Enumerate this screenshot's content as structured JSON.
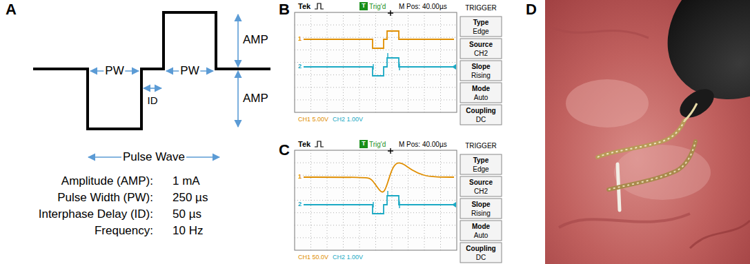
{
  "diagram": {
    "labels": [
      "A",
      "PW",
      "ID",
      "PW",
      "AMP",
      "AMP",
      "Pulse Wave",
      "Amplitude (AMP):",
      "1 mA",
      "Pulse Width (PW):",
      "250 µs",
      "Interphase Delay (ID):",
      "50 µs",
      "Frequency:",
      "10 Hz",
      "B",
      "Tek",
      "T",
      "Trig'd",
      "M Pos: 40.00µs",
      "TRIGGER",
      "Type",
      "Edge",
      "Source",
      "CH2",
      "Slope",
      "Rising",
      "Mode",
      "Auto",
      "Coupling",
      "DC",
      "1",
      "2",
      "CH1 5.00V",
      "CH2 1.00V",
      "C",
      "Tek",
      "T",
      "Trig'd",
      "M Pos: 40.00µs",
      "TRIGGER",
      "Type",
      "Edge",
      "Source",
      "CH2",
      "Slope",
      "Rising",
      "Mode",
      "Auto",
      "Coupling",
      "DC",
      "1",
      "2",
      "CH1 50.0V",
      "CH2 1.00V",
      "D"
    ]
  }
}
